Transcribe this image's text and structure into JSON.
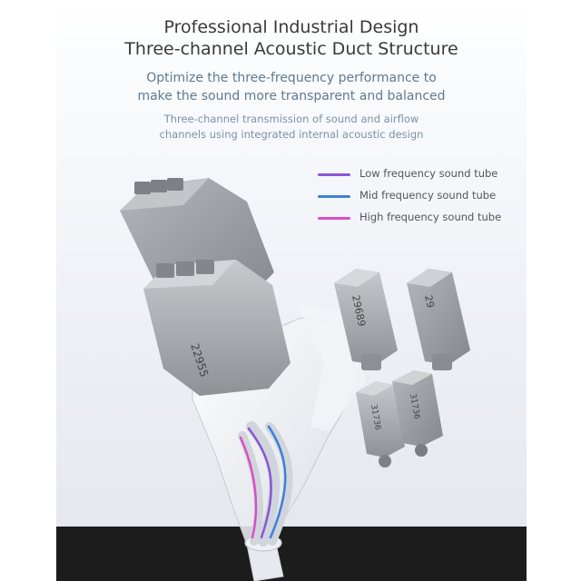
{
  "heading": {
    "line1": "Professional Industrial Design",
    "line2": "Three-channel Acoustic Duct Structure"
  },
  "subheading": {
    "line1": "Optimize the three-frequency performance to",
    "line2": "make the sound more transparent and balanced"
  },
  "description": {
    "line1": "Three-channel transmission of sound and airflow",
    "line2": "channels using integrated internal acoustic design"
  },
  "legend": [
    {
      "label": "Low frequency sound tube",
      "color": "#8a56d6"
    },
    {
      "label": "Mid frequency sound tube",
      "color": "#3f7fd9"
    },
    {
      "label": "High frequency sound tube",
      "color": "#d94fc8"
    }
  ],
  "drivers": {
    "large_driver_label": "22955",
    "mid_driver_1_label": "29689",
    "mid_driver_2_label": "29",
    "small_driver_1_label": "31736",
    "small_driver_2_label": "31736"
  },
  "colors": {
    "title": "#3a3a3a",
    "subtitle": "#5e7a8f",
    "description": "#7a93a7",
    "driver_metal": "#9a9ca1",
    "floor": "#1c1c1c"
  }
}
